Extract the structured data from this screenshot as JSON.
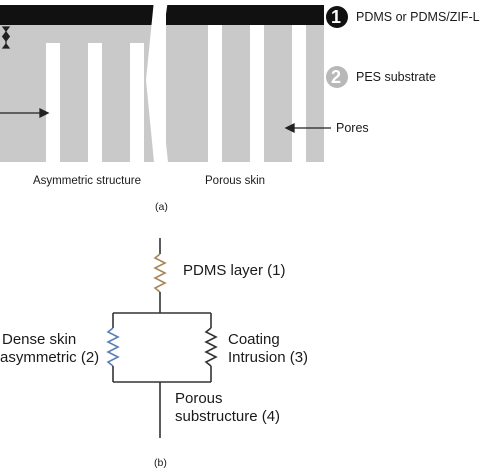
{
  "panel_a": {
    "badge1_number": "1",
    "label_layer1": "PDMS or PDMS/ZIF-L",
    "badge2_number": "2",
    "label_layer2": "PES substrate",
    "label_pores": "Pores",
    "label_asymmetric": "Asymmetric structure",
    "label_porous_skin": "Porous skin",
    "caption": "(a)"
  },
  "panel_b": {
    "label_pdms_layer": "PDMS layer (1)",
    "label_dense_line1": "Dense skin",
    "label_dense_line2": "asymmetric (2)",
    "label_coating_line1": "Coating",
    "label_coating_line2": "Intrusion (3)",
    "label_porous_line1": "Porous",
    "label_porous_line2": "substructure (4)",
    "caption": "(b)"
  },
  "colors": {
    "top_layer": "#111111",
    "substrate": "#c9c9c9",
    "pore": "#ffffff",
    "resistor_pdms": "#a8875a",
    "resistor_dense": "#5b7fb8",
    "resistor_coating": "#333333",
    "wire": "#333333",
    "badge1_fill": "#111111",
    "badge2_fill": "#b8b8b8"
  },
  "icons": {
    "badge1": "numbered-circle-black",
    "badge2": "numbered-circle-grey"
  }
}
